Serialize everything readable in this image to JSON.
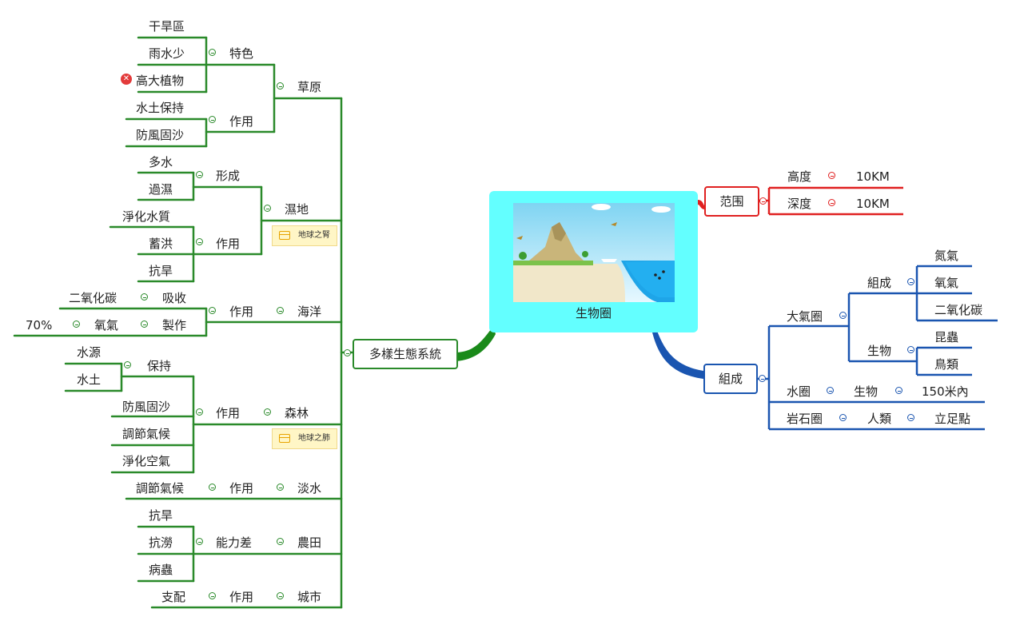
{
  "root": {
    "label": "生物圈"
  },
  "left": {
    "hub": "多樣生態系統",
    "grassland": {
      "name": "草原",
      "features": {
        "label": "特色",
        "items": [
          "干旱區",
          "雨水少",
          "高大植物"
        ]
      },
      "function": {
        "label": "作用",
        "items": [
          "水土保持",
          "防風固沙"
        ]
      }
    },
    "wetland": {
      "name": "濕地",
      "note": "地球之腎",
      "formation": {
        "label": "形成",
        "items": [
          "多水",
          "過濕"
        ]
      },
      "function": {
        "label": "作用",
        "items": [
          "淨化水質",
          "蓄洪",
          "抗旱"
        ]
      }
    },
    "ocean": {
      "name": "海洋",
      "function": "作用",
      "absorb": {
        "label": "吸收",
        "item": "二氧化碳"
      },
      "produce": {
        "label": "製作",
        "item": "氧氣",
        "value": "70%"
      }
    },
    "forest": {
      "name": "森林",
      "note": "地球之肺",
      "function": "作用",
      "keep": {
        "label": "保持",
        "items": [
          "水源",
          "水土"
        ]
      },
      "items": [
        "防風固沙",
        "調節氣候",
        "淨化空氣"
      ]
    },
    "freshwater": {
      "name": "淡水",
      "function": "作用",
      "item": "調節氣候"
    },
    "farmland": {
      "name": "農田",
      "label": "能力差",
      "items": [
        "抗旱",
        "抗澇",
        "病蟲"
      ]
    },
    "city": {
      "name": "城市",
      "function": "作用",
      "item": "支配"
    }
  },
  "scope": {
    "label": "范围",
    "items": [
      {
        "label": "高度",
        "value": "10KM"
      },
      {
        "label": "深度",
        "value": "10KM"
      }
    ]
  },
  "composition": {
    "label": "組成",
    "atmosphere": {
      "name": "大氣圈",
      "makeup": {
        "label": "組成",
        "items": [
          "氮氣",
          "氧氣",
          "二氧化碳"
        ]
      },
      "life": {
        "label": "生物",
        "items": [
          "昆蟲",
          "鳥類"
        ]
      }
    },
    "hydrosphere": {
      "name": "水圈",
      "life": "生物",
      "value": "150米內"
    },
    "lithosphere": {
      "name": "岩石圈",
      "life": "人類",
      "value": "立足點"
    }
  },
  "colors": {
    "green": "#2a8a2a",
    "blue": "#1a55b0",
    "red": "#e02020",
    "root": "#63ffff",
    "note": "#fff6c6"
  }
}
